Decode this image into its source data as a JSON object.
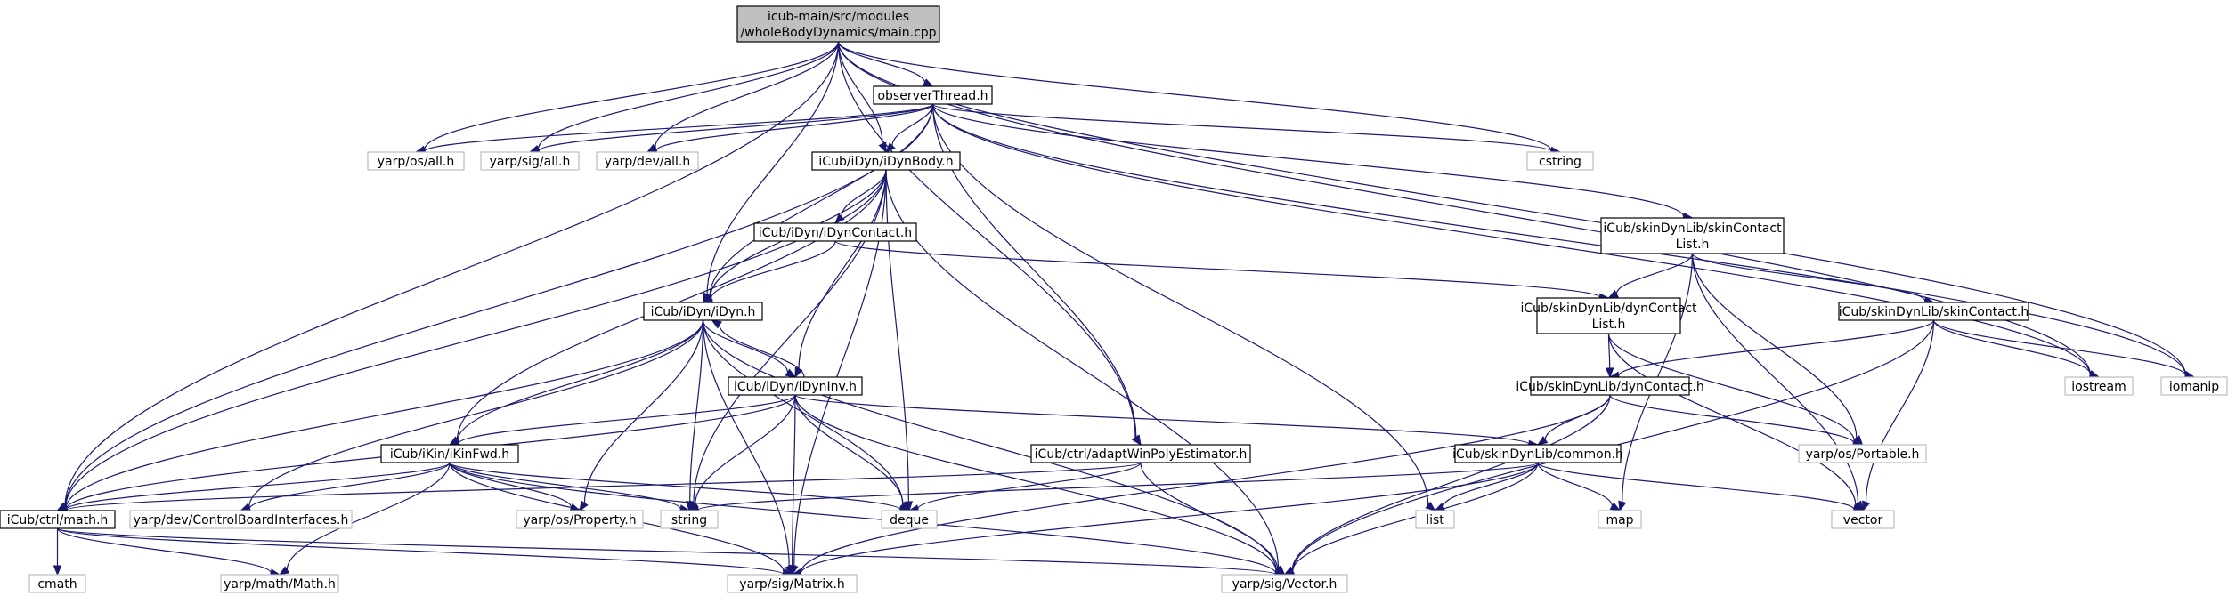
{
  "diagram": {
    "type": "include-dependency-graph",
    "colors": {
      "edge": "#191970",
      "project_border": "#000000",
      "system_border": "#bfbfbf",
      "root_fill": "#bfbfbf",
      "background": "#ffffff"
    },
    "nodes": [
      {
        "id": "main",
        "lines": [
          "icub-main/src/modules",
          "/wholeBodyDynamics/main.cpp"
        ],
        "kind": "root"
      },
      {
        "id": "observer",
        "lines": [
          "observerThread.h"
        ],
        "kind": "project"
      },
      {
        "id": "cstring",
        "lines": [
          "cstring"
        ],
        "kind": "system"
      },
      {
        "id": "yos_all",
        "lines": [
          "yarp/os/all.h"
        ],
        "kind": "system"
      },
      {
        "id": "ysig_all",
        "lines": [
          "yarp/sig/all.h"
        ],
        "kind": "system"
      },
      {
        "id": "ydev_all",
        "lines": [
          "yarp/dev/all.h"
        ],
        "kind": "system"
      },
      {
        "id": "idynbody",
        "lines": [
          "iCub/iDyn/iDynBody.h"
        ],
        "kind": "project"
      },
      {
        "id": "idyncontact",
        "lines": [
          "iCub/iDyn/iDynContact.h"
        ],
        "kind": "project"
      },
      {
        "id": "idyn",
        "lines": [
          "iCub/iDyn/iDyn.h"
        ],
        "kind": "project"
      },
      {
        "id": "idyninv",
        "lines": [
          "iCub/iDyn/iDynInv.h"
        ],
        "kind": "project"
      },
      {
        "id": "ikinfwd",
        "lines": [
          "iCub/iKin/iKinFwd.h"
        ],
        "kind": "project"
      },
      {
        "id": "ctrlmath",
        "lines": [
          "iCub/ctrl/math.h"
        ],
        "kind": "project"
      },
      {
        "id": "adapt",
        "lines": [
          "iCub/ctrl/adaptWinPolyEstimator.h"
        ],
        "kind": "project"
      },
      {
        "id": "skincontactlist",
        "lines": [
          "iCub/skinDynLib/skinContact",
          "List.h"
        ],
        "kind": "project"
      },
      {
        "id": "dyncontactlist",
        "lines": [
          "iCub/skinDynLib/dynContact",
          "List.h"
        ],
        "kind": "project"
      },
      {
        "id": "skincontact",
        "lines": [
          "iCub/skinDynLib/skinContact.h"
        ],
        "kind": "project"
      },
      {
        "id": "dyncontact",
        "lines": [
          "iCub/skinDynLib/dynContact.h"
        ],
        "kind": "project"
      },
      {
        "id": "common",
        "lines": [
          "iCub/skinDynLib/common.h"
        ],
        "kind": "project"
      },
      {
        "id": "portable",
        "lines": [
          "yarp/os/Portable.h"
        ],
        "kind": "system"
      },
      {
        "id": "iostream",
        "lines": [
          "iostream"
        ],
        "kind": "system"
      },
      {
        "id": "iomanip",
        "lines": [
          "iomanip"
        ],
        "kind": "system"
      },
      {
        "id": "cbi",
        "lines": [
          "yarp/dev/ControlBoardInterfaces.h"
        ],
        "kind": "system"
      },
      {
        "id": "property",
        "lines": [
          "yarp/os/Property.h"
        ],
        "kind": "system"
      },
      {
        "id": "string",
        "lines": [
          "string"
        ],
        "kind": "system"
      },
      {
        "id": "deque",
        "lines": [
          "deque"
        ],
        "kind": "system"
      },
      {
        "id": "list",
        "lines": [
          "list"
        ],
        "kind": "system"
      },
      {
        "id": "map",
        "lines": [
          "map"
        ],
        "kind": "system"
      },
      {
        "id": "vector",
        "lines": [
          "vector"
        ],
        "kind": "system"
      },
      {
        "id": "cmath",
        "lines": [
          "cmath"
        ],
        "kind": "system"
      },
      {
        "id": "ymath",
        "lines": [
          "yarp/math/Math.h"
        ],
        "kind": "system"
      },
      {
        "id": "matrix",
        "lines": [
          "yarp/sig/Matrix.h"
        ],
        "kind": "system"
      },
      {
        "id": "vectorh",
        "lines": [
          "yarp/sig/Vector.h"
        ],
        "kind": "system"
      }
    ],
    "edges": [
      [
        "main",
        "observer"
      ],
      [
        "main",
        "cstring"
      ],
      [
        "main",
        "yos_all"
      ],
      [
        "main",
        "ysig_all"
      ],
      [
        "main",
        "ydev_all"
      ],
      [
        "main",
        "idynbody"
      ],
      [
        "main",
        "idyn"
      ],
      [
        "main",
        "ctrlmath"
      ],
      [
        "main",
        "adapt"
      ],
      [
        "main",
        "iostream"
      ],
      [
        "main",
        "iomanip"
      ],
      [
        "observer",
        "cstring"
      ],
      [
        "observer",
        "yos_all"
      ],
      [
        "observer",
        "ysig_all"
      ],
      [
        "observer",
        "ydev_all"
      ],
      [
        "observer",
        "idynbody"
      ],
      [
        "observer",
        "idyn"
      ],
      [
        "observer",
        "ctrlmath"
      ],
      [
        "observer",
        "adapt"
      ],
      [
        "observer",
        "skincontactlist"
      ],
      [
        "observer",
        "list"
      ],
      [
        "observer",
        "iostream"
      ],
      [
        "observer",
        "iomanip"
      ],
      [
        "idynbody",
        "idyncontact"
      ],
      [
        "idynbody",
        "idyn"
      ],
      [
        "idynbody",
        "idyninv"
      ],
      [
        "idynbody",
        "ikinfwd"
      ],
      [
        "idynbody",
        "ctrlmath"
      ],
      [
        "idynbody",
        "string"
      ],
      [
        "idynbody",
        "deque"
      ],
      [
        "idynbody",
        "matrix"
      ],
      [
        "idynbody",
        "vectorh"
      ],
      [
        "idyncontact",
        "idyn"
      ],
      [
        "idyncontact",
        "dyncontactlist"
      ],
      [
        "idyn",
        "idyninv"
      ],
      [
        "idyn",
        "ikinfwd"
      ],
      [
        "idyn",
        "ctrlmath"
      ],
      [
        "idyn",
        "cbi"
      ],
      [
        "idyn",
        "property"
      ],
      [
        "idyn",
        "string"
      ],
      [
        "idyn",
        "deque"
      ],
      [
        "idyn",
        "matrix"
      ],
      [
        "idyn",
        "vectorh"
      ],
      [
        "idyninv",
        "idyn"
      ],
      [
        "idyninv",
        "ikinfwd"
      ],
      [
        "idyninv",
        "ctrlmath"
      ],
      [
        "idyninv",
        "common"
      ],
      [
        "idyninv",
        "string"
      ],
      [
        "idyninv",
        "deque"
      ],
      [
        "idyninv",
        "matrix"
      ],
      [
        "idyninv",
        "vectorh"
      ],
      [
        "ikinfwd",
        "ctrlmath"
      ],
      [
        "ikinfwd",
        "cbi"
      ],
      [
        "ikinfwd",
        "property"
      ],
      [
        "ikinfwd",
        "string"
      ],
      [
        "ikinfwd",
        "deque"
      ],
      [
        "ikinfwd",
        "ymath"
      ],
      [
        "ikinfwd",
        "matrix"
      ],
      [
        "ikinfwd",
        "vectorh"
      ],
      [
        "ctrlmath",
        "cmath"
      ],
      [
        "ctrlmath",
        "ymath"
      ],
      [
        "ctrlmath",
        "matrix"
      ],
      [
        "ctrlmath",
        "vectorh"
      ],
      [
        "adapt",
        "ctrlmath"
      ],
      [
        "adapt",
        "deque"
      ],
      [
        "adapt",
        "vectorh"
      ],
      [
        "skincontactlist",
        "dyncontactlist"
      ],
      [
        "skincontactlist",
        "skincontact"
      ],
      [
        "skincontactlist",
        "portable"
      ],
      [
        "skincontactlist",
        "map"
      ],
      [
        "skincontactlist",
        "vector"
      ],
      [
        "dyncontactlist",
        "dyncontact"
      ],
      [
        "dyncontactlist",
        "portable"
      ],
      [
        "dyncontactlist",
        "vector"
      ],
      [
        "skincontact",
        "dyncontact"
      ],
      [
        "skincontact",
        "iostream"
      ],
      [
        "skincontact",
        "iomanip"
      ],
      [
        "skincontact",
        "vector"
      ],
      [
        "skincontact",
        "vectorh"
      ],
      [
        "dyncontact",
        "common"
      ],
      [
        "dyncontact",
        "portable"
      ],
      [
        "dyncontact",
        "matrix"
      ],
      [
        "dyncontact",
        "vectorh"
      ],
      [
        "common",
        "list"
      ],
      [
        "common",
        "map"
      ],
      [
        "common",
        "vector"
      ],
      [
        "common",
        "string"
      ],
      [
        "common",
        "matrix"
      ],
      [
        "common",
        "vectorh"
      ]
    ]
  }
}
